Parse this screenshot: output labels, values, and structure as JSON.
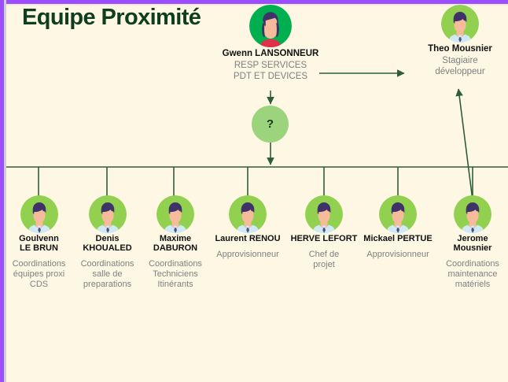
{
  "chart": {
    "title": "Equipe Proximité",
    "background_color": "#fdf7e3",
    "accent_border_color": "#9b4dff",
    "title_color": "#0e3d20",
    "connector_color": "#2f5d3a",
    "name_color": "#111111",
    "role_color": "#808080"
  },
  "leader": {
    "name": "Gwenn LANSONNEUR",
    "role": "RESP SERVICES\nPDT ET DEVICES",
    "avatar": "female-avatar-icon",
    "circle_color": "#00b050"
  },
  "intern": {
    "name": "Theo  Mousnier",
    "role": "Stagiaire\ndéveloppeur",
    "avatar": "male-avatar-icon",
    "circle_color": "#92d050"
  },
  "placeholder": {
    "label": "?",
    "circle_color": "#9cd47e"
  },
  "staff": [
    {
      "name": "Goulvenn\nLE BRUN",
      "role": "Coordinations\néquipes proxi\nCDS",
      "avatar": "male-avatar-icon",
      "circle_color": "#92d050"
    },
    {
      "name": "Denis KHOUALED",
      "role": "Coordinations\nsalle de\npreparations",
      "avatar": "male-avatar-icon",
      "circle_color": "#92d050"
    },
    {
      "name": "Maxime\nDABURON",
      "role": "Coordinations\nTechniciens\nItinérants",
      "avatar": "male-avatar-icon",
      "circle_color": "#92d050"
    },
    {
      "name": "Laurent RENOU",
      "role": "Approvisionneur",
      "avatar": "male-avatar-icon",
      "circle_color": "#92d050"
    },
    {
      "name": "HERVE LEFORT",
      "role": "Chef de\nprojet",
      "avatar": "male-avatar-icon",
      "circle_color": "#92d050"
    },
    {
      "name": "Mickael PERTUE",
      "role": "Approvisionneur",
      "avatar": "male-avatar-icon",
      "circle_color": "#92d050"
    },
    {
      "name": "Jerome\nMousnier",
      "role": "Coordinations\nmaintenance\nmatériels",
      "avatar": "male-avatar-icon",
      "circle_color": "#92d050"
    }
  ]
}
